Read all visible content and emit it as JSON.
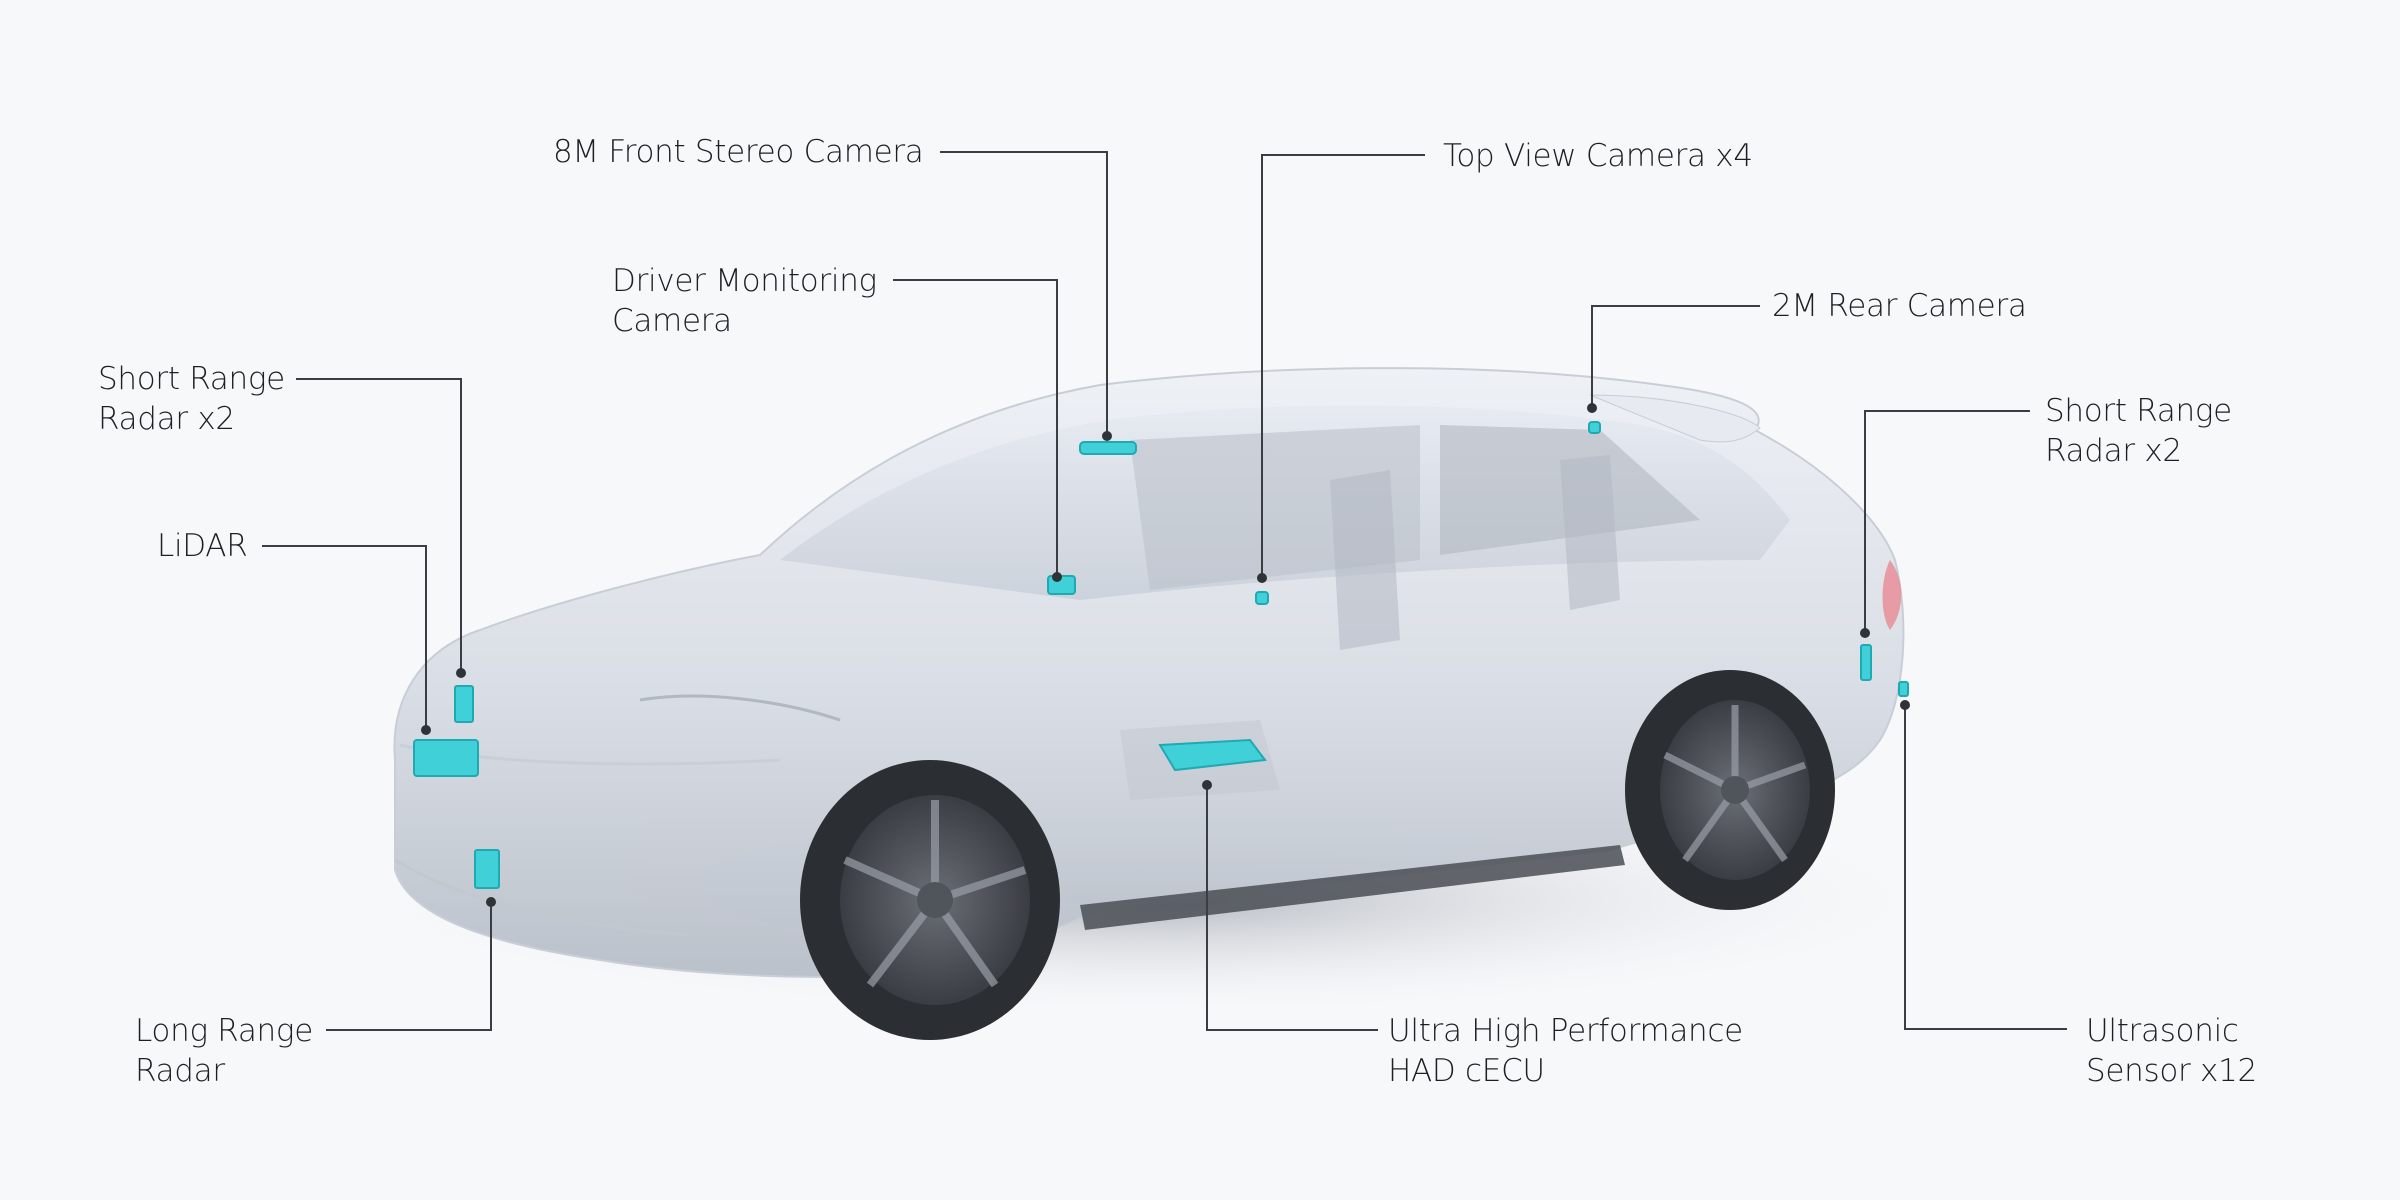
{
  "diagram": {
    "subject": "Autonomous driving sensor layout on SUV",
    "colors": {
      "background": "#f7f8fa",
      "text": "#1d1f22",
      "leader_line": "#3a3d42",
      "sensor": "#3fd0d8",
      "sensor_dark": "#1fa9b3",
      "car_body": "#dfe3ea",
      "tire": "#2b2e33",
      "tail_light": "#e88a93"
    },
    "labels": [
      {
        "id": "front-stereo-camera",
        "lines": [
          "8M Front Stereo Camera"
        ]
      },
      {
        "id": "driver-monitoring-camera",
        "lines": [
          "Driver Monitoring",
          "Camera"
        ]
      },
      {
        "id": "top-view-camera",
        "lines": [
          "Top View Camera x4"
        ]
      },
      {
        "id": "rear-camera",
        "lines": [
          "2M Rear Camera"
        ]
      },
      {
        "id": "short-range-radar-front",
        "lines": [
          "Short Range",
          "Radar x2"
        ]
      },
      {
        "id": "lidar",
        "lines": [
          "LiDAR"
        ]
      },
      {
        "id": "short-range-radar-rear",
        "lines": [
          "Short Range",
          "Radar x2"
        ]
      },
      {
        "id": "long-range-radar",
        "lines": [
          "Long Range",
          "Radar"
        ]
      },
      {
        "id": "had-cecu",
        "lines": [
          "Ultra High Performance",
          "HAD cECU"
        ]
      },
      {
        "id": "ultrasonic-sensor",
        "lines": [
          "Ultrasonic",
          "Sensor x12"
        ]
      }
    ]
  }
}
